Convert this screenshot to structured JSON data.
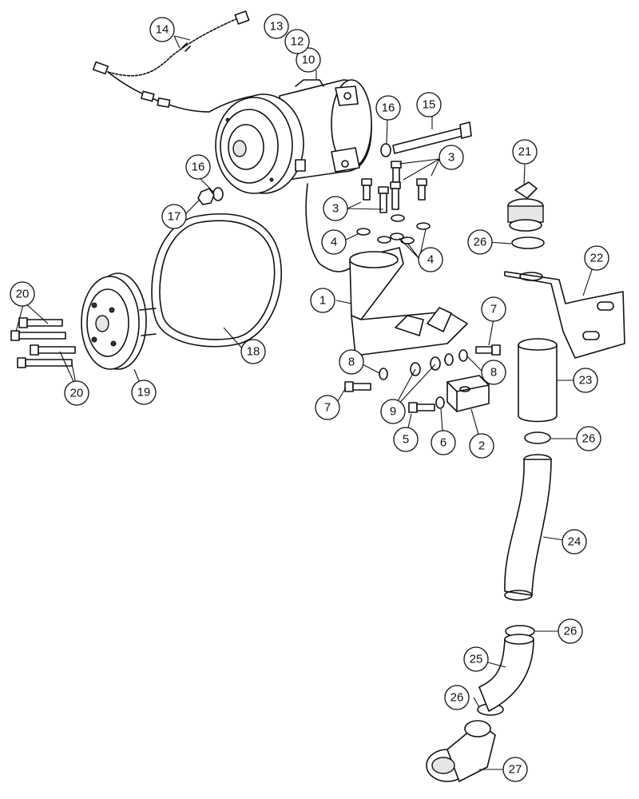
{
  "callouts": [
    {
      "id": "c1",
      "label": "1"
    },
    {
      "id": "c2",
      "label": "2"
    },
    {
      "id": "c3a",
      "label": "3"
    },
    {
      "id": "c3b",
      "label": "3"
    },
    {
      "id": "c4a",
      "label": "4"
    },
    {
      "id": "c4b",
      "label": "4"
    },
    {
      "id": "c5",
      "label": "5"
    },
    {
      "id": "c6",
      "label": "6"
    },
    {
      "id": "c7a",
      "label": "7"
    },
    {
      "id": "c7b",
      "label": "7"
    },
    {
      "id": "c8a",
      "label": "8"
    },
    {
      "id": "c8b",
      "label": "8"
    },
    {
      "id": "c9",
      "label": "9"
    },
    {
      "id": "c10",
      "label": "10"
    },
    {
      "id": "c12",
      "label": "12"
    },
    {
      "id": "c13",
      "label": "13"
    },
    {
      "id": "c14",
      "label": "14"
    },
    {
      "id": "c15",
      "label": "15"
    },
    {
      "id": "c16a",
      "label": "16"
    },
    {
      "id": "c16b",
      "label": "16"
    },
    {
      "id": "c17",
      "label": "17"
    },
    {
      "id": "c18",
      "label": "18"
    },
    {
      "id": "c19",
      "label": "19"
    },
    {
      "id": "c20a",
      "label": "20"
    },
    {
      "id": "c20b",
      "label": "20"
    },
    {
      "id": "c21",
      "label": "21"
    },
    {
      "id": "c22",
      "label": "22"
    },
    {
      "id": "c23",
      "label": "23"
    },
    {
      "id": "c24",
      "label": "24"
    },
    {
      "id": "c25",
      "label": "25"
    },
    {
      "id": "c26a",
      "label": "26"
    },
    {
      "id": "c26b",
      "label": "26"
    },
    {
      "id": "c26c",
      "label": "26"
    },
    {
      "id": "c26d",
      "label": "26"
    },
    {
      "id": "c27",
      "label": "27"
    }
  ]
}
